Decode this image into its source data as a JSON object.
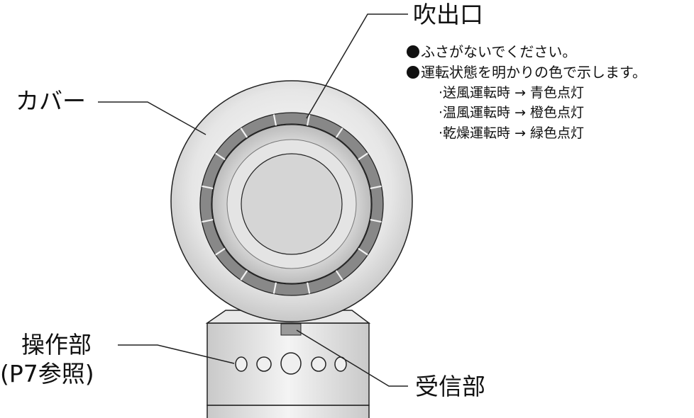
{
  "labels": {
    "outlet": "吹出口",
    "cover": "カバー",
    "control_line1": "操作部",
    "control_line2": "(P7参照)",
    "receiver": "受信部"
  },
  "outlet_notes": [
    "ふさがないでください。",
    "運転状態を明かりの色で示します。"
  ],
  "mode_lines": [
    "·送風運転時 → 青色点灯",
    "·温風運転時 → 橙色点灯",
    "·乾燥運転時 → 緑色点灯"
  ],
  "control_buttons": [
    "button-1",
    "button-2",
    "button-main",
    "button-4",
    "button-5"
  ]
}
